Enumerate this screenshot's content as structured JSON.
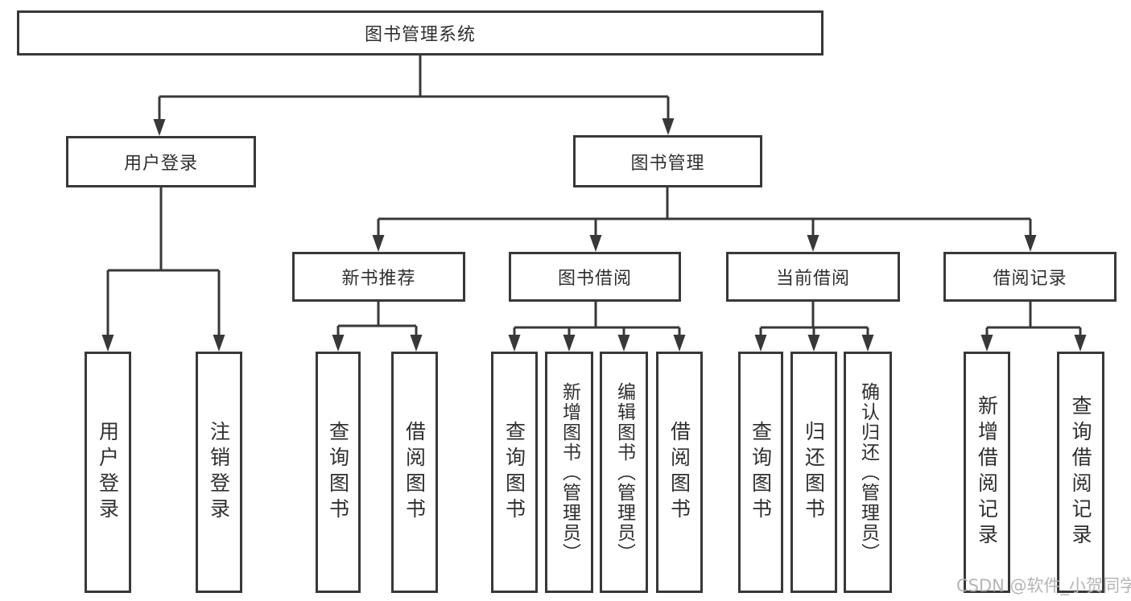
{
  "diagram": {
    "root": {
      "label": "图书管理系统"
    },
    "branches": [
      {
        "label": "用户登录",
        "children": [
          {
            "label": "用户登录"
          },
          {
            "label": "注销登录"
          }
        ]
      },
      {
        "label": "图书管理",
        "groups": [
          {
            "label": "新书推荐",
            "children": [
              {
                "label": "查询图书"
              },
              {
                "label": "借阅图书"
              }
            ]
          },
          {
            "label": "图书借阅",
            "children": [
              {
                "label": "查询图书"
              },
              {
                "label": "新增图书（管理员）"
              },
              {
                "label": "编辑图书（管理员）"
              },
              {
                "label": "借阅图书"
              }
            ]
          },
          {
            "label": "当前借阅",
            "children": [
              {
                "label": "查询图书"
              },
              {
                "label": "归还图书"
              },
              {
                "label": "确认归还（管理员）"
              }
            ]
          },
          {
            "label": "借阅记录",
            "children": [
              {
                "label": "新增借阅记录"
              },
              {
                "label": "查询借阅记录"
              }
            ]
          }
        ]
      }
    ]
  },
  "watermark": {
    "text": "CSDN @软件_小贺同学"
  },
  "colors": {
    "line": "#383838",
    "box_border": "#383838",
    "box_background": "#ffffff",
    "text": "#2f2f2f",
    "watermark": "#b5b5b5",
    "page_background": "#ffffff"
  }
}
